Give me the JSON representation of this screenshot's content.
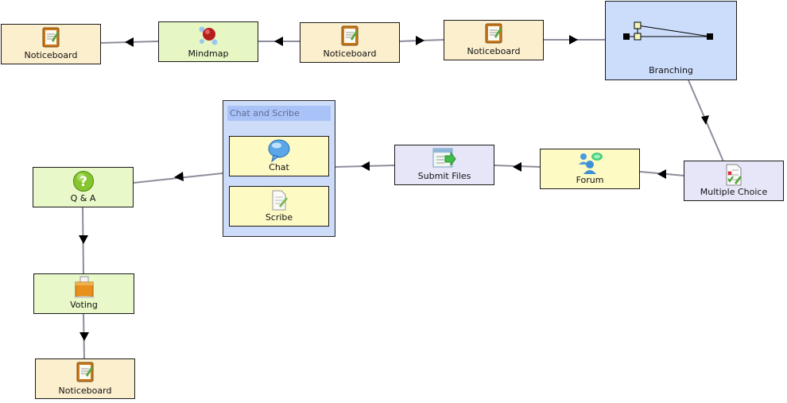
{
  "colors": {
    "line": "#8d8d9d",
    "arrow": "#000000",
    "notice_fill": "#fcefce",
    "tool_fill": "#fdfac4",
    "assess_fill": "#e6e6f8",
    "branch_fill": "#ccdcfb",
    "green_fill": "#e8f8c8"
  },
  "activities": {
    "noticeboard_1": {
      "label": "Noticeboard",
      "icon": "noticeboard-icon"
    },
    "mindmap": {
      "label": "Mindmap",
      "icon": "mindmap-icon"
    },
    "noticeboard_2": {
      "label": "Noticeboard",
      "icon": "noticeboard-icon"
    },
    "noticeboard_3": {
      "label": "Noticeboard",
      "icon": "noticeboard-icon"
    },
    "branching": {
      "label": "Branching",
      "icon": "branching-icon"
    },
    "multiple_choice": {
      "label": "Multiple Choice",
      "icon": "multiple-choice-icon"
    },
    "forum": {
      "label": "Forum",
      "icon": "forum-icon"
    },
    "submit_files": {
      "label": "Submit Files",
      "icon": "submit-files-icon"
    },
    "chat_and_scribe": {
      "title": "Chat and Scribe",
      "chat": {
        "label": "Chat",
        "icon": "chat-icon"
      },
      "scribe": {
        "label": "Scribe",
        "icon": "scribe-icon"
      }
    },
    "qa": {
      "label": "Q & A",
      "icon": "question-icon"
    },
    "voting": {
      "label": "Voting",
      "icon": "voting-icon"
    },
    "noticeboard_4": {
      "label": "Noticeboard",
      "icon": "noticeboard-icon"
    }
  }
}
